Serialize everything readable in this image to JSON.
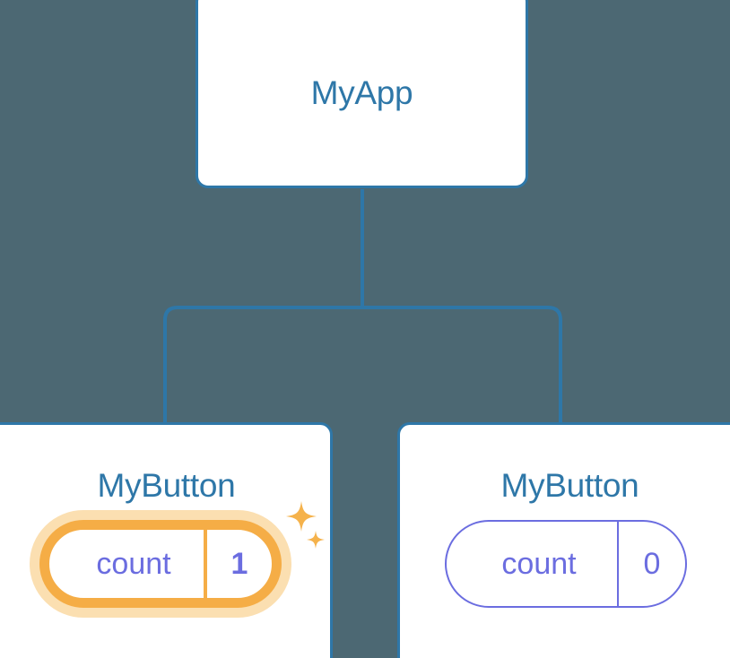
{
  "diagram": {
    "type": "component-tree",
    "background_color": "#4C6873",
    "accent_color": "#2E77A8",
    "state_color": "#6B6DE0",
    "highlight_color": "#F5AD46",
    "highlight_glow_color": "#FBDFB1",
    "nodes": [
      {
        "id": "root",
        "title": "MyApp",
        "has_state": false
      },
      {
        "id": "button-left",
        "title": "MyButton",
        "has_state": true,
        "state": {
          "label": "count",
          "value": "1"
        },
        "highlighted": true,
        "sparkle_large": "sparkle-icon",
        "sparkle_small": "sparkle-icon"
      },
      {
        "id": "button-right",
        "title": "MyButton",
        "has_state": true,
        "state": {
          "label": "count",
          "value": "0"
        },
        "highlighted": false
      }
    ],
    "edges": [
      {
        "from": "root",
        "to": "button-left"
      },
      {
        "from": "root",
        "to": "button-right"
      }
    ]
  }
}
